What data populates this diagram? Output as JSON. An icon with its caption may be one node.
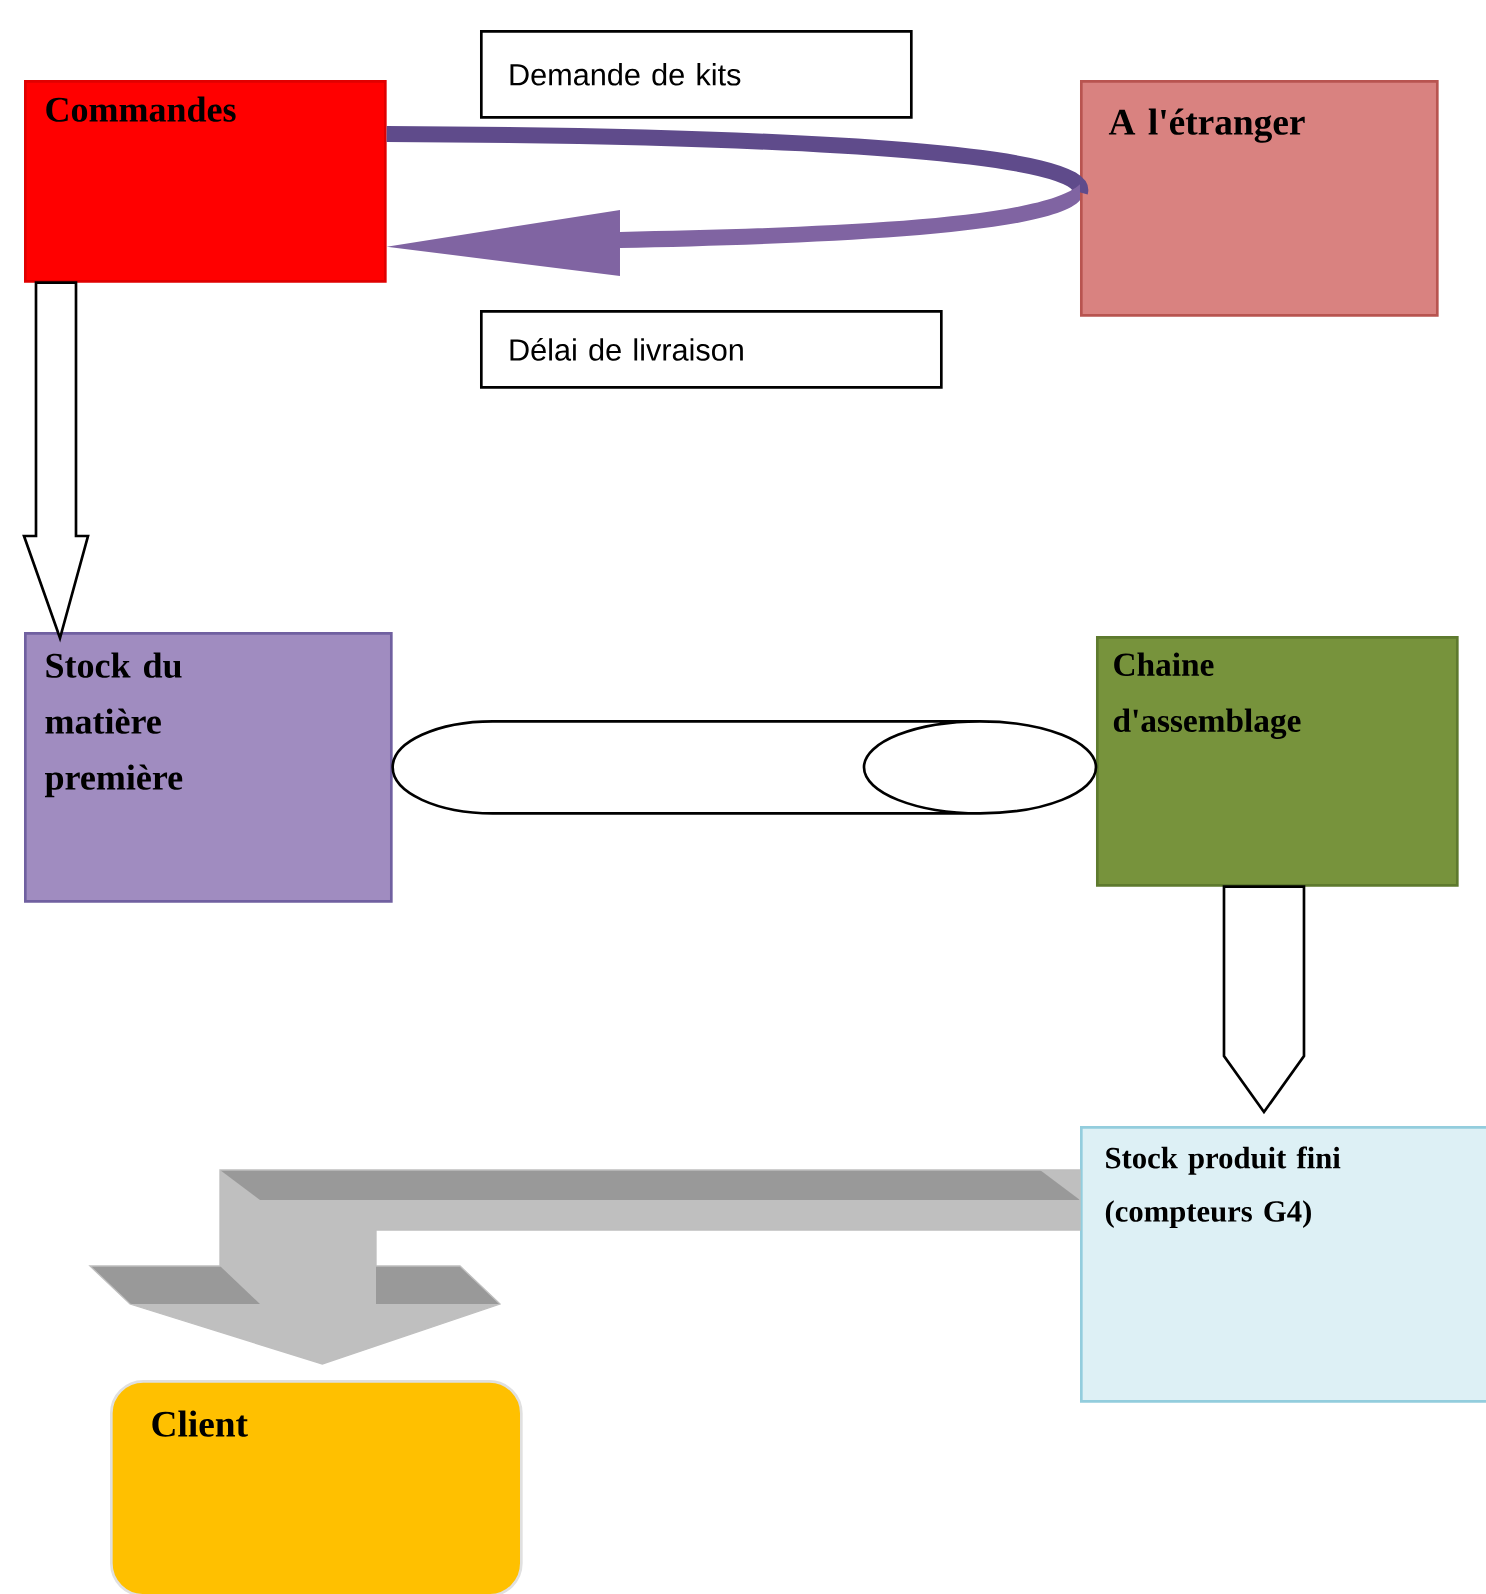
{
  "diagram": {
    "nodes": [
      {
        "text": [
          "Commandes"
        ]
      },
      {
        "text": [
          "A l'étranger"
        ]
      },
      {
        "text": [
          "Stock du matière première"
        ]
      },
      {
        "text": [
          "Chaine d'assemblage"
        ]
      },
      {
        "text": [
          "Stock produit fini (compteurs G4)"
        ]
      },
      {
        "text": [
          "Client"
        ]
      }
    ],
    "edges": [
      {
        "from": 0,
        "to": 1,
        "arrow": "none",
        "label": "Demande de kits",
        "style": "thick",
        "color": "#5f4b8b"
      },
      {
        "from": 1,
        "to": 0,
        "arrow": "to",
        "label": "Délai de livraison",
        "style": "thick",
        "color": "#8064a2"
      },
      {
        "from": 0,
        "to": 2,
        "arrow": "to",
        "color": "#000000"
      },
      {
        "from": 2,
        "to": 3,
        "arrow": "none",
        "color": "#000000"
      },
      {
        "from": 3,
        "to": 4,
        "arrow": "to",
        "color": "#000000"
      },
      {
        "from": 4,
        "to": 5,
        "arrow": "to",
        "color": "#bfbfbf"
      }
    ]
  }
}
